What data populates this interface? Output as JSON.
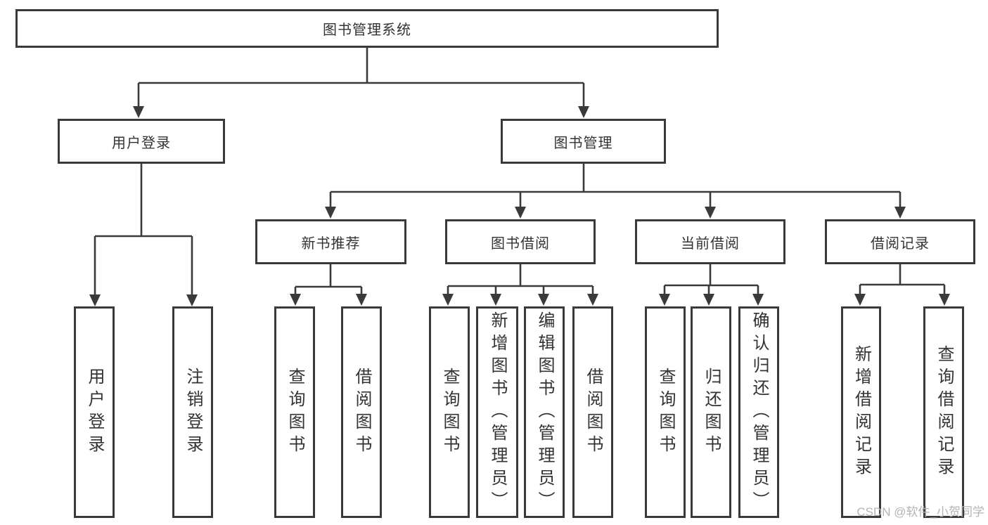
{
  "title": "图书管理系统",
  "level2": {
    "user_login": "用户登录",
    "book_mgmt": "图书管理"
  },
  "modules": {
    "new_book": "新书推荐",
    "borrow": "图书借阅",
    "current": "当前借阅",
    "records": "借阅记录"
  },
  "leaves": {
    "user_login": [
      "用户登录",
      "注销登录"
    ],
    "new_book": [
      "查询图书",
      "借阅图书"
    ],
    "borrow": [
      "查询图书",
      "新增图书（管理员）",
      "编辑图书（管理员）",
      "借阅图书"
    ],
    "current": [
      "查询图书",
      "归还图书",
      "确认归还（管理员）"
    ],
    "records": [
      "新增借阅记录",
      "查询借阅记录"
    ]
  },
  "watermark": "CSDN @软件_小贺同学",
  "colors": {
    "line": "#3a3a3a",
    "box_border": "#3a3a3a",
    "box_fill": "#ffffff",
    "text": "#333333",
    "watermark": "#b4b4b4"
  }
}
